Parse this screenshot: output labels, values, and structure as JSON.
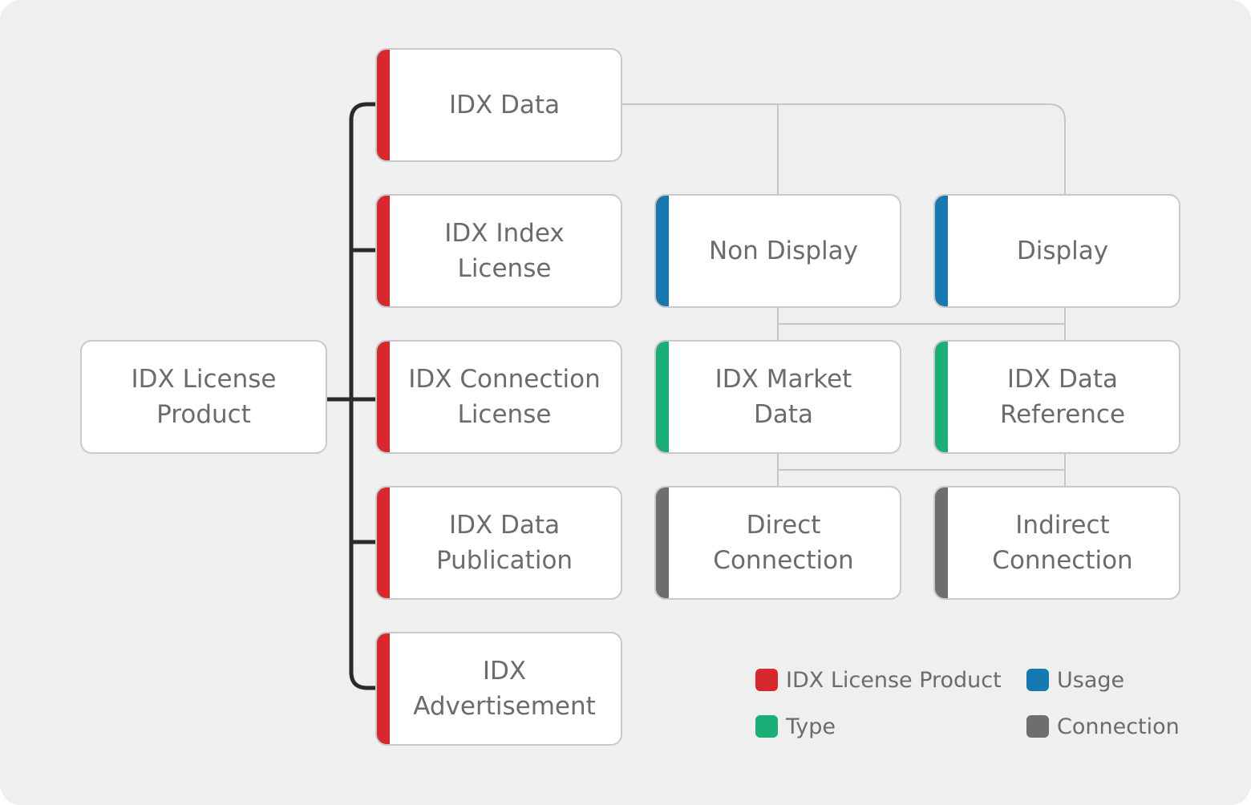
{
  "colors": {
    "canvas": "#efefef",
    "license_product": "#d9272e",
    "usage": "#1779b1",
    "type": "#1baf78",
    "connection": "#6e6e6e",
    "thin_line": "#c6c6c6",
    "thick_line": "#2a2a2a"
  },
  "diagram": {
    "root": {
      "label": "IDX License\nProduct"
    },
    "products": [
      {
        "label": "IDX Data"
      },
      {
        "label": "IDX Index\nLicense"
      },
      {
        "label": "IDX Connection\nLicense"
      },
      {
        "label": "IDX Data\nPublication"
      },
      {
        "label": "IDX\nAdvertisement"
      }
    ],
    "usage": [
      {
        "label": "Non Display"
      },
      {
        "label": "Display"
      }
    ],
    "type": [
      {
        "label": "IDX Market\nData"
      },
      {
        "label": "IDX Data\nReference"
      }
    ],
    "connection": [
      {
        "label": "Direct\nConnection"
      },
      {
        "label": "Indirect\nConnection"
      }
    ]
  },
  "legend": [
    {
      "label": "IDX License Product",
      "color": "#d9272e"
    },
    {
      "label": "Usage",
      "color": "#1779b1"
    },
    {
      "label": "Type",
      "color": "#1baf78"
    },
    {
      "label": "Connection",
      "color": "#6e6e6e"
    }
  ]
}
